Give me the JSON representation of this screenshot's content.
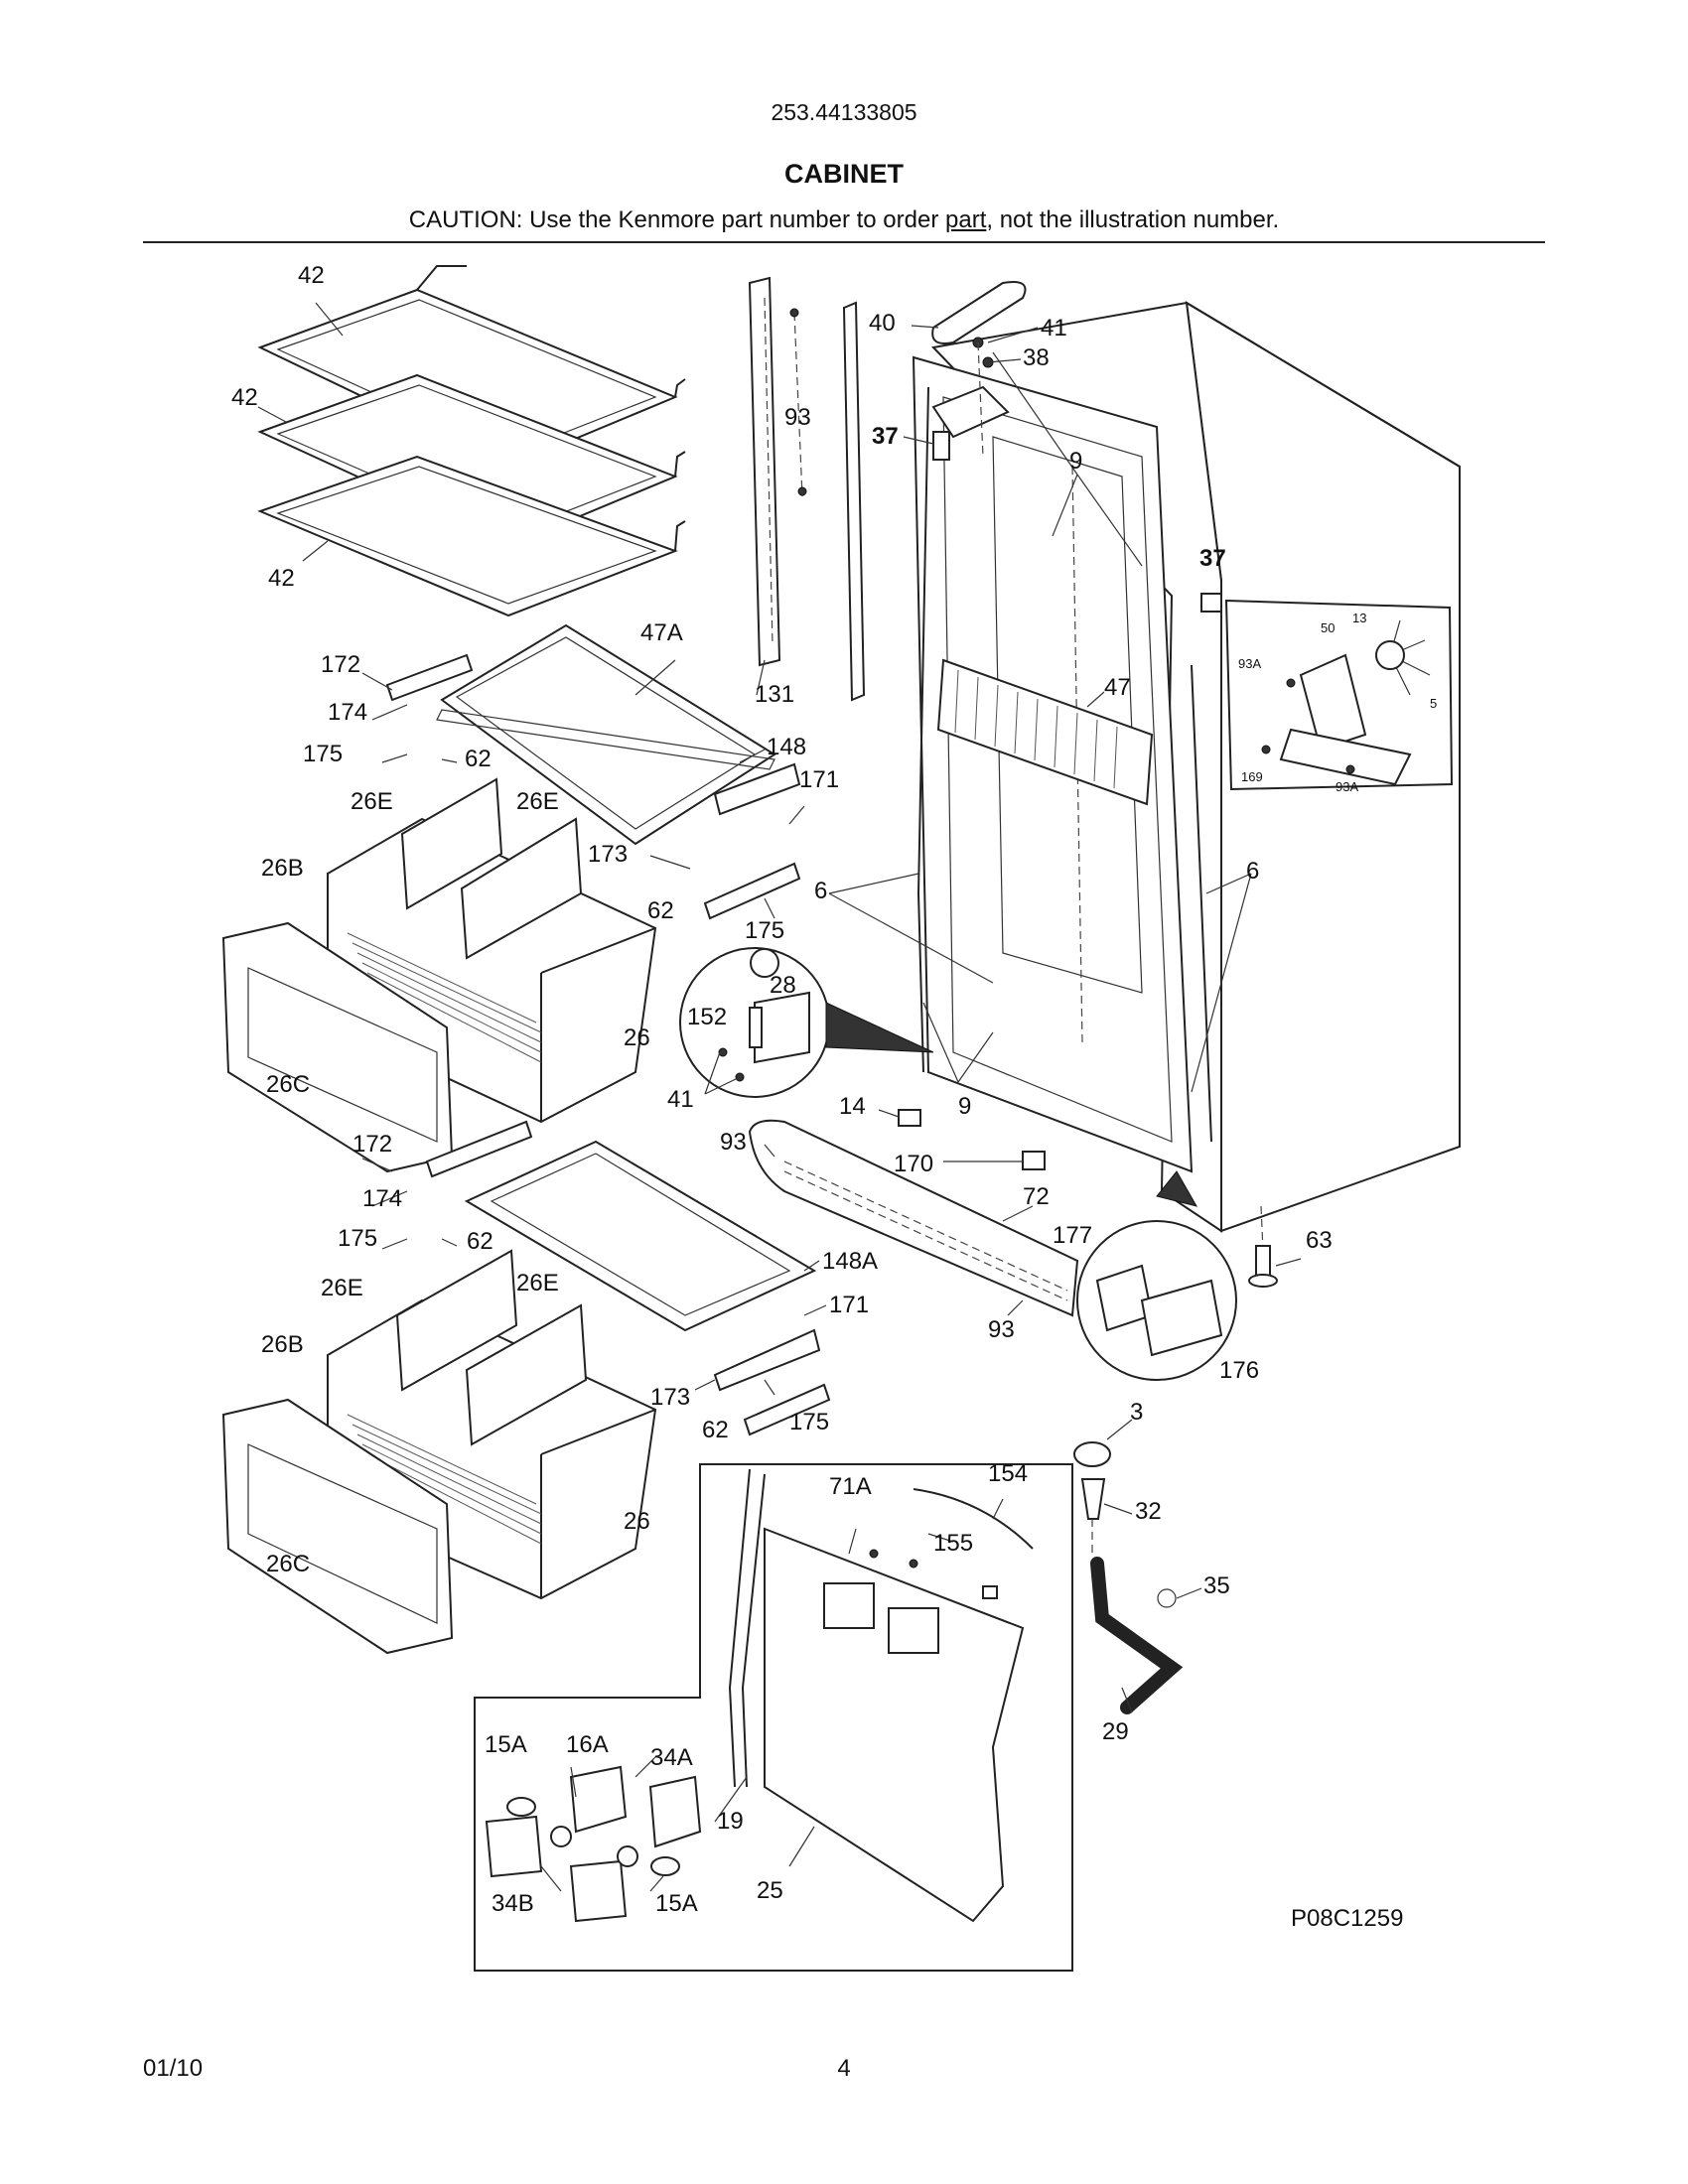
{
  "header": {
    "model_number": "253.44133805",
    "title": "CABINET",
    "caution_prefix": "CAUTION: Use the Kenmore part number to order ",
    "caution_link": "part",
    "caution_suffix": ", not the illustration number."
  },
  "diagram": {
    "code": "P08C1259",
    "callouts": {
      "c42a": "42",
      "c42b": "42",
      "c42c": "42",
      "c47A": "47A",
      "c172a": "172",
      "c174a": "174",
      "c175a": "175",
      "c62a": "62",
      "c148": "148",
      "c171a": "171",
      "c173a": "173",
      "c62b": "62",
      "c175b": "175",
      "c26Ea": "26E",
      "c26Eb": "26E",
      "c26Ba": "26B",
      "c26a": "26",
      "c26Ca": "26C",
      "c172b": "172",
      "c174b": "174",
      "c175c": "175",
      "c62c": "62",
      "c148A": "148A",
      "c171b": "171",
      "c173b": "173",
      "c62d": "62",
      "c175d": "175",
      "c26Ec": "26E",
      "c26Ed": "26E",
      "c26Bb": "26B",
      "c26b": "26",
      "c26Cb": "26C",
      "c93a": "93",
      "c131": "131",
      "c40": "40",
      "c41a": "41",
      "c38": "38",
      "c37a": "37",
      "c37b": "37",
      "c9a": "9",
      "c9b": "9",
      "c47": "47",
      "c6a": "6",
      "c6b": "6",
      "c50": "50",
      "c13": "13",
      "c93Aa": "93A",
      "c5": "5",
      "c169": "169",
      "c93Ab": "93A",
      "c152": "152",
      "c28": "28",
      "c41b": "41",
      "c14": "14",
      "c93b": "93",
      "c170": "170",
      "c72": "72",
      "c93c": "93",
      "c177": "177",
      "c176": "176",
      "c63": "63",
      "c3": "3",
      "c32": "32",
      "c35": "35",
      "c29": "29",
      "c71A": "71A",
      "c154": "154",
      "c155": "155",
      "c19": "19",
      "c25": "25",
      "c15Aa": "15A",
      "c16A": "16A",
      "c34A": "34A",
      "c34B": "34B",
      "c15Ab": "15A"
    }
  },
  "footer": {
    "date": "01/10",
    "page": "4"
  }
}
